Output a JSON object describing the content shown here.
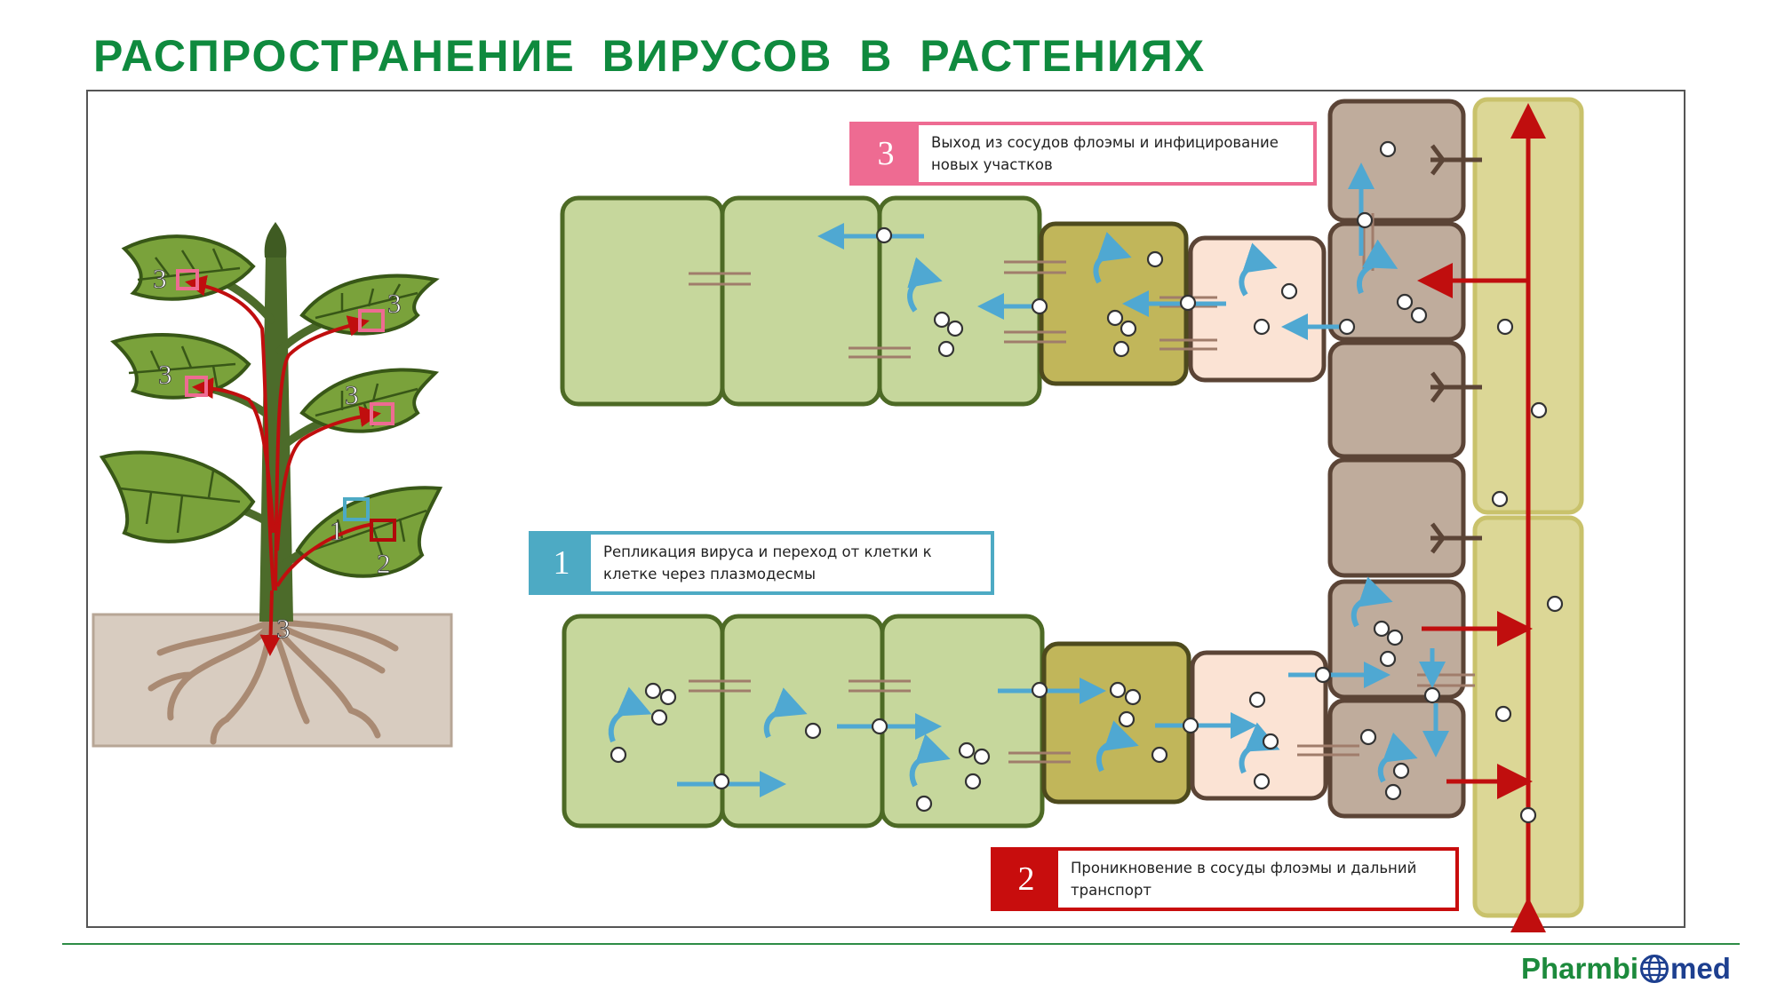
{
  "title": "РАСПРОСТРАНЕНИЕ  ВИРУСОВ  В  РАСТЕНИЯХ",
  "plant_labels": {
    "leaf_top_left": "3",
    "leaf_top_right": "3",
    "leaf_mid_left": "3",
    "leaf_mid_right": "3",
    "leaf_low_right_entry": "1",
    "leaf_low_right_phloem": "2",
    "root": "3"
  },
  "callouts": {
    "exit": {
      "number": "3",
      "text": "Выход из сосудов флоэмы и инфицирование новых участков"
    },
    "replication": {
      "number": "1",
      "text": "Репликация вируса и переход от клетки к клетке через плазмодесмы"
    },
    "transport": {
      "number": "2",
      "text": "Проникновение в сосуды флоэмы и дальний транспорт"
    }
  },
  "logo": {
    "part1": "Pharmbi",
    "part2": "med"
  },
  "colors": {
    "title": "#0f8a3e",
    "mesophyll_cell": "#c6d79c",
    "bundle_sheath_cell": "#c1b65a",
    "phloem_parenchyma": "#fbe3d4",
    "companion_cell": "#bfac9c",
    "sieve_element": "#dcd796",
    "callout_exit": "#ee6b92",
    "callout_replication": "#4daac4",
    "callout_transport": "#c80d0d",
    "virus_movement_arrow": "#4fa8d2",
    "phloem_transport_arrow": "#c00e0e"
  }
}
